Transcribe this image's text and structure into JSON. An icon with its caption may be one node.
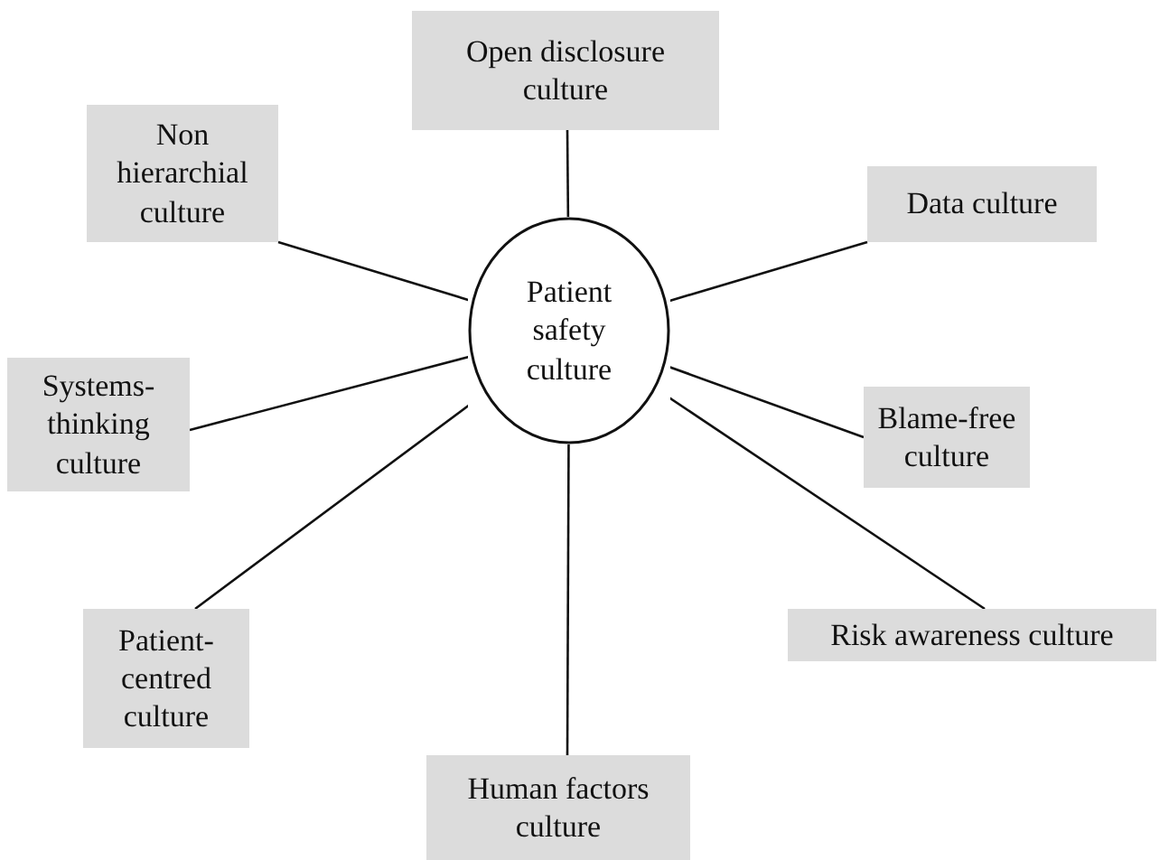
{
  "diagram": {
    "nodes": [
      {
        "text": [
          "Patient safety culture"
        ]
      },
      {
        "text": [
          "Open disclosure culture"
        ]
      },
      {
        "text": [
          "Non hierarchial culture"
        ]
      },
      {
        "text": [
          "Data culture"
        ]
      },
      {
        "text": [
          "Systems-thinking culture"
        ]
      },
      {
        "text": [
          "Blame-free culture"
        ]
      },
      {
        "text": [
          "Risk awareness culture"
        ]
      },
      {
        "text": [
          "Patient-centred culture"
        ]
      },
      {
        "text": [
          "Human factors culture"
        ]
      }
    ],
    "edges": [
      {
        "from": 0,
        "to": 1,
        "arrow": "none"
      },
      {
        "from": 0,
        "to": 2,
        "arrow": "none"
      },
      {
        "from": 0,
        "to": 3,
        "arrow": "none"
      },
      {
        "from": 0,
        "to": 4,
        "arrow": "none"
      },
      {
        "from": 0,
        "to": 5,
        "arrow": "none"
      },
      {
        "from": 0,
        "to": 6,
        "arrow": "none"
      },
      {
        "from": 0,
        "to": 7,
        "arrow": "none"
      },
      {
        "from": 0,
        "to": 8,
        "arrow": "none"
      }
    ]
  }
}
